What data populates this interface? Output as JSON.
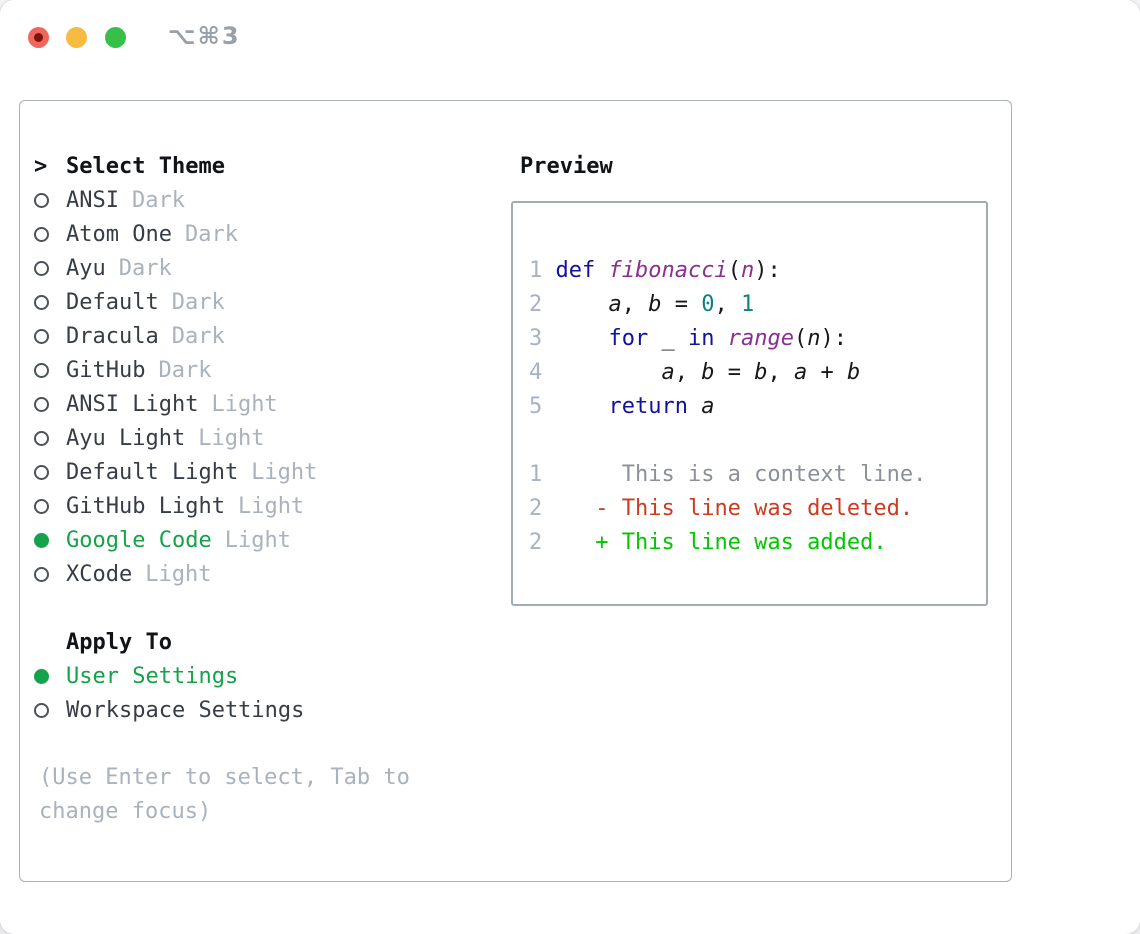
{
  "window": {
    "title": "⌥⌘3"
  },
  "select_theme": {
    "cursor": ">",
    "title": "Select Theme",
    "items": [
      {
        "name": "ANSI",
        "variant": "Dark",
        "selected": false
      },
      {
        "name": "Atom One",
        "variant": "Dark",
        "selected": false
      },
      {
        "name": "Ayu",
        "variant": "Dark",
        "selected": false
      },
      {
        "name": "Default",
        "variant": "Dark",
        "selected": false
      },
      {
        "name": "Dracula",
        "variant": "Dark",
        "selected": false
      },
      {
        "name": "GitHub",
        "variant": "Dark",
        "selected": false
      },
      {
        "name": "ANSI Light",
        "variant": "Light",
        "selected": false
      },
      {
        "name": "Ayu Light",
        "variant": "Light",
        "selected": false
      },
      {
        "name": "Default Light",
        "variant": "Light",
        "selected": false
      },
      {
        "name": "GitHub Light",
        "variant": "Light",
        "selected": false
      },
      {
        "name": "Google Code",
        "variant": "Light",
        "selected": true
      },
      {
        "name": "XCode",
        "variant": "Light",
        "selected": false
      }
    ]
  },
  "apply_to": {
    "title": "Apply To",
    "items": [
      {
        "name": "User Settings",
        "selected": true
      },
      {
        "name": "Workspace Settings",
        "selected": false
      }
    ]
  },
  "help_text": "(Use Enter to select, Tab to change focus)",
  "preview": {
    "title": "Preview",
    "lines": [
      {
        "kind": "code",
        "num": "1",
        "segs": [
          [
            "plain",
            " "
          ],
          [
            "keyword",
            "def"
          ],
          [
            "plain",
            " "
          ],
          [
            "function",
            "fibonacci"
          ],
          [
            "plain",
            "("
          ],
          [
            "param",
            "n"
          ],
          [
            "plain",
            "):"
          ]
        ]
      },
      {
        "kind": "code",
        "num": "2",
        "segs": [
          [
            "plain",
            "     "
          ],
          [
            "variable",
            "a"
          ],
          [
            "plain",
            ", "
          ],
          [
            "variable",
            "b"
          ],
          [
            "plain",
            " = "
          ],
          [
            "number",
            "0"
          ],
          [
            "plain",
            ", "
          ],
          [
            "number",
            "1"
          ]
        ]
      },
      {
        "kind": "code",
        "num": "3",
        "segs": [
          [
            "plain",
            "     "
          ],
          [
            "keyword",
            "for"
          ],
          [
            "plain",
            " _ "
          ],
          [
            "keyword",
            "in"
          ],
          [
            "plain",
            " "
          ],
          [
            "function",
            "range"
          ],
          [
            "plain",
            "("
          ],
          [
            "variable",
            "n"
          ],
          [
            "plain",
            "):"
          ]
        ]
      },
      {
        "kind": "code",
        "num": "4",
        "segs": [
          [
            "plain",
            "         "
          ],
          [
            "variable",
            "a"
          ],
          [
            "plain",
            ", "
          ],
          [
            "variable",
            "b"
          ],
          [
            "plain",
            " = "
          ],
          [
            "variable",
            "b"
          ],
          [
            "plain",
            ", "
          ],
          [
            "variable",
            "a"
          ],
          [
            "plain",
            " + "
          ],
          [
            "variable",
            "b"
          ]
        ]
      },
      {
        "kind": "code",
        "num": "5",
        "segs": [
          [
            "plain",
            "     "
          ],
          [
            "keyword",
            "return"
          ],
          [
            "plain",
            " "
          ],
          [
            "variable",
            "a"
          ]
        ]
      },
      {
        "kind": "blank",
        "num": "",
        "segs": []
      },
      {
        "kind": "diff-context",
        "num": "1",
        "segs": [
          [
            "context",
            "      This is a context line."
          ]
        ]
      },
      {
        "kind": "diff-deleted",
        "num": "2",
        "segs": [
          [
            "plain",
            "    "
          ],
          [
            "deleted",
            "- This line was deleted."
          ]
        ]
      },
      {
        "kind": "diff-added",
        "num": "2",
        "segs": [
          [
            "plain",
            "    "
          ],
          [
            "added",
            "+ This line was added."
          ]
        ]
      }
    ]
  },
  "colors": {
    "accent_green": "#16a24a",
    "keyword": "#12129b",
    "function": "#8b2f90",
    "number": "#0e7f84",
    "plain": "#17181a",
    "variable": "#17181a",
    "context": "#8b9099",
    "deleted": "#cc3b1f",
    "added": "#05c402",
    "line_number": "#a9b2c2",
    "traffic_red": "#f2655b",
    "traffic_red_dot": "#7c150b",
    "traffic_yellow": "#f6bb40",
    "traffic_green": "#38bf48"
  }
}
